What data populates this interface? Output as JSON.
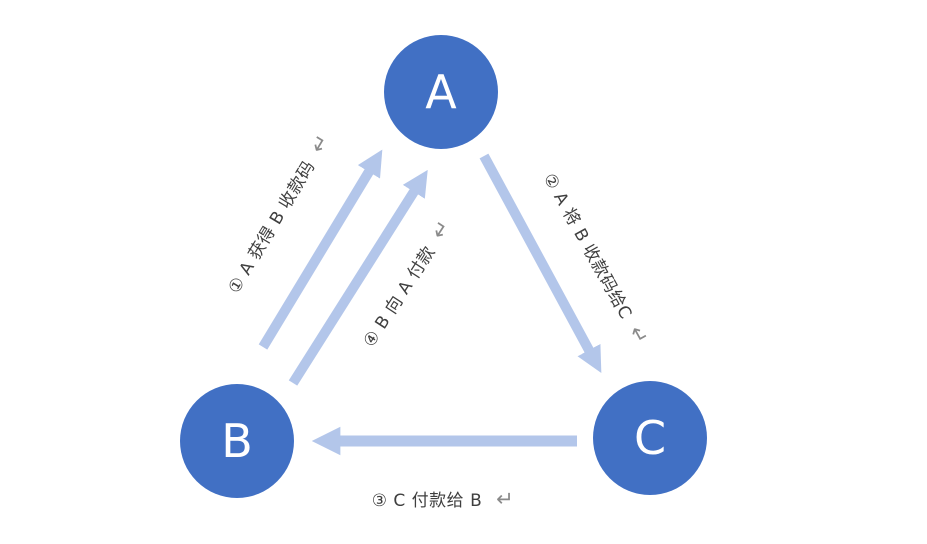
{
  "diagram": {
    "background": "#ffffff",
    "colors": {
      "node_fill": "#4170c4",
      "node_text": "#ffffff",
      "arrow": "#b3c6ea",
      "label_text": "#3f3f3f",
      "return_mark": "#8a8a8a"
    },
    "nodes": [
      {
        "id": "A",
        "label": "A"
      },
      {
        "id": "B",
        "label": "B"
      },
      {
        "id": "C",
        "label": "C"
      }
    ],
    "edges": [
      {
        "step": "1",
        "from": "B",
        "to": "A",
        "label": "① A 获得 B 收款码",
        "return_mark": "↵"
      },
      {
        "step": "2",
        "from": "A",
        "to": "C",
        "label": "② A 将 B 收款码给C",
        "return_mark": "↵"
      },
      {
        "step": "3",
        "from": "C",
        "to": "B",
        "label": "③ C 付款给 B",
        "return_mark": "↵"
      },
      {
        "step": "4",
        "from": "B",
        "to": "A",
        "label": "④ B 向 A 付款",
        "return_mark": "↵"
      }
    ]
  }
}
